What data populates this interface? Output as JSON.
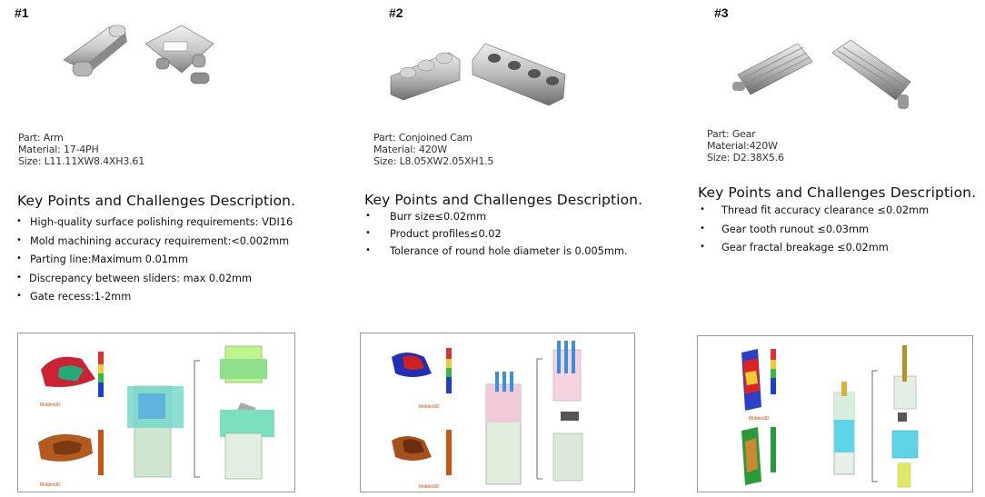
{
  "parts": [
    {
      "number": "#1",
      "part": "Part: Arm",
      "material": "Material: 17-4PH",
      "size": "Size: L11.11XW8.4XH3.61",
      "heading": "Key Points and Challenges Description.",
      "points": [
        "High-quality surface polishing requirements: VDI16",
        "Mold machining accuracy requirement:<0.002mm",
        "Parting line:Maximum 0.01mm",
        "Discrepancy between sliders: max 0.02mm",
        "Gate recess:1-2mm"
      ]
    },
    {
      "number": "#2",
      "part": "Part: Conjoined Cam",
      "material": "Material: 420W",
      "size": "Size: L8.05XW2.05XH1.5",
      "heading": "Key Points and Challenges Description.",
      "points": [
        "Burr size≤0.02mm",
        "Product profiles≤0.02",
        "Tolerance of round hole diameter is 0.005mm."
      ]
    },
    {
      "number": "#3",
      "part": "Part: Gear",
      "material": "Material:420W",
      "size": "Size: D2.38X5.6",
      "heading": "Key Points and Challenges Description.",
      "points": [
        "Thread fit accuracy clearance ≤0.02mm",
        "Gear tooth runout ≤0.03mm",
        "Gear fractal breakage ≤0.02mm"
      ]
    }
  ],
  "sim_logo": "Moldex3D"
}
